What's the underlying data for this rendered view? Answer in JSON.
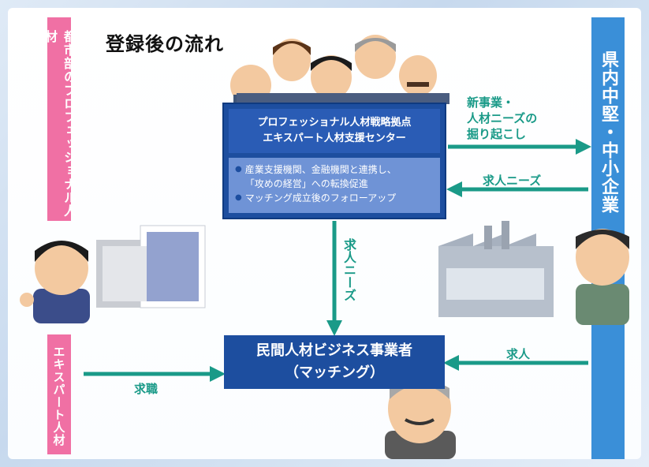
{
  "title": "登録後の流れ",
  "left_top_bar": "都市部のプロフェッショナル人材",
  "left_bottom_bar": "エキスパート人材",
  "right_bar": "県内中堅・中小企業",
  "center_box": {
    "title_line1": "プロフェッショナル人材戦略拠点",
    "title_line2": "エキスパート人材支援センター",
    "bullet1_line1": "産業支援機関、金融機関と連携し、",
    "bullet1_line2": "「攻めの経営」への転換促進",
    "bullet2": "マッチング成立後のフォローアップ"
  },
  "matching_box": {
    "line1": "民間人材ビジネス事業者",
    "line2": "（マッチング）"
  },
  "labels": {
    "new_business_line1": "新事業・",
    "new_business_line2": "人材ニーズの",
    "new_business_line3": "掘り起こし",
    "needs_right": "求人ニーズ",
    "needs_vertical": "求人ニーズ",
    "job_offer": "求人",
    "job_seeking": "求職"
  },
  "colors": {
    "pink": "#f070a4",
    "blue_bar": "#3a8fd8",
    "navy": "#1d4e9f",
    "teal": "#1a9a88"
  }
}
